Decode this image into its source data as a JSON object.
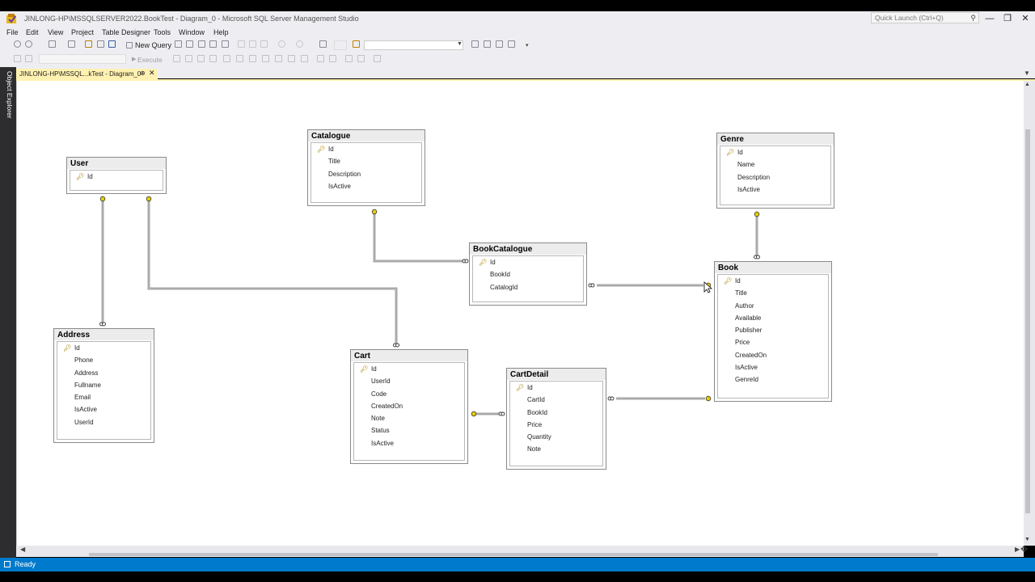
{
  "window": {
    "title": "JINLONG-HP\\MSSQLSERVER2022.BookTest - Diagram_0 - Microsoft SQL Server Management Studio",
    "quick_launch_placeholder": "Quick Launch (Ctrl+Q)",
    "minimize": "—",
    "restore": "❐",
    "close": "✕"
  },
  "menu": [
    "File",
    "Edit",
    "View",
    "Project",
    "Table Designer",
    "Tools",
    "Window",
    "Help"
  ],
  "toolbar": {
    "new_query": "New Query",
    "execute": "Execute"
  },
  "left_rail": {
    "label": "Object Explorer"
  },
  "document_tab": {
    "label": "JINLONG-HP\\MSSQL...kTest - Diagram_0",
    "pin_icon": "pin-icon",
    "close": "✕"
  },
  "tables": {
    "catalogue": {
      "name": "Catalogue",
      "key": "Id",
      "columns": [
        "Title",
        "Description",
        "IsActive"
      ]
    },
    "genre": {
      "name": "Genre",
      "key": "Id",
      "columns": [
        "Name",
        "Description",
        "IsActive"
      ]
    },
    "user": {
      "name": "User",
      "key": "Id",
      "columns": []
    },
    "bookcatalogue": {
      "name": "BookCatalogue",
      "key": "Id",
      "columns": [
        "BookId",
        "CatalogId"
      ]
    },
    "book": {
      "name": "Book",
      "key": "Id",
      "columns": [
        "Title",
        "Author",
        "Available",
        "Publisher",
        "Price",
        "CreatedOn",
        "IsActive",
        "GenreId"
      ]
    },
    "address": {
      "name": "Address",
      "key": "Id",
      "columns": [
        "Phone",
        "Address",
        "Fullname",
        "Email",
        "IsActive",
        "UserId"
      ]
    },
    "cart": {
      "name": "Cart",
      "key": "Id",
      "columns": [
        "UserId",
        "Code",
        "CreatedOn",
        "Note",
        "Status",
        "IsActive"
      ]
    },
    "cartdetail": {
      "name": "CartDetail",
      "key": "Id",
      "columns": [
        "CartId",
        "BookId",
        "Price",
        "Quantity",
        "Note"
      ]
    }
  },
  "status": {
    "text": "Ready"
  },
  "colors": {
    "accent": "#007acc",
    "tab_active": "#fff1b1",
    "key_icon": "#e8c800",
    "rail": "#2d2d30"
  },
  "icons": {
    "key": "key-icon"
  }
}
